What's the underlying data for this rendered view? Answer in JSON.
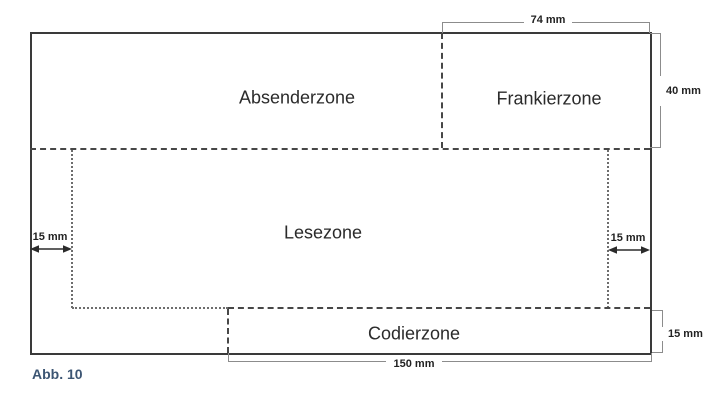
{
  "figure": {
    "caption": "Abb. 10",
    "zones": [
      {
        "id": "absenderzone",
        "label": "Absenderzone"
      },
      {
        "id": "frankierzone",
        "label": "Frankierzone"
      },
      {
        "id": "lesezone",
        "label": "Lesezone"
      },
      {
        "id": "codierzone",
        "label": "Codierzone"
      }
    ],
    "dimensions": {
      "frankierzone_width": "74 mm",
      "frankierzone_height": "40 mm",
      "lesezone_left_margin": "15 mm",
      "lesezone_right_margin": "15 mm",
      "codierzone_height": "15 mm",
      "codierzone_width": "150 mm"
    },
    "colors": {
      "outline": "#3a3a3a",
      "dashed_line": "#474747",
      "dotted_line": "#6d6d6d",
      "dimension_line": "#8c8c8c",
      "text": "#2b2b2b",
      "caption": "#3c5573"
    }
  }
}
